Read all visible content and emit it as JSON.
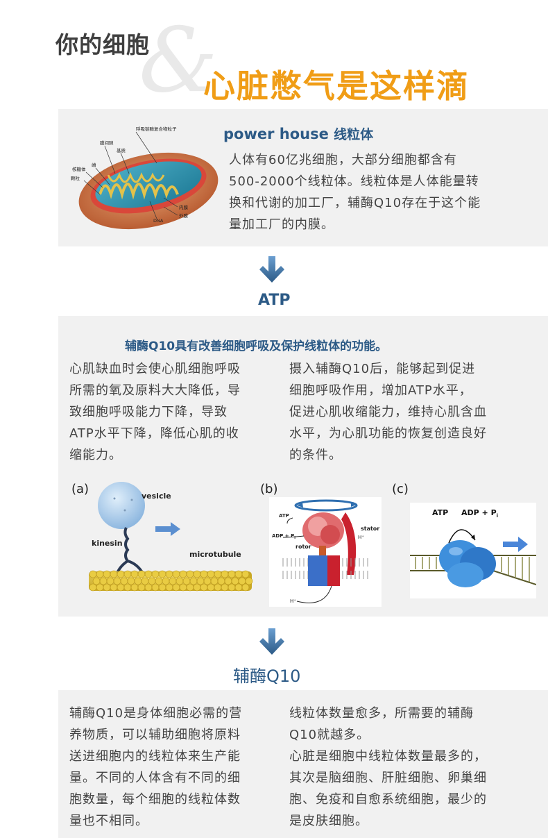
{
  "header": {
    "title_small": "你的细胞",
    "ampersand": "&",
    "title_big": "心脏憋气是这样滴"
  },
  "mito": {
    "labels": {
      "complex": "呼吸链酶复合物粒子",
      "intermembrane": "膜间隙",
      "matrix": "基质",
      "ribosome": "核糖体",
      "crista": "嵴",
      "granule": "颗粒",
      "inner": "内膜",
      "outer": "外膜",
      "dna": "DNA"
    }
  },
  "powerhouse": {
    "title_en": "power house",
    "title_cn": "线粒体",
    "lines": [
      "人体有60亿兆细胞，大部分细胞都含有",
      "500-2000个线粒体。线粒体是人体能量转",
      "换和代谢的加工厂，辅酶Q10存在于这个能",
      "量加工厂的内膜。"
    ]
  },
  "atp_section": {
    "title": "ATP",
    "subheading": "辅酶Q10具有改善细胞呼吸及保护线粒体的功能。",
    "left_lines": [
      "心肌缺血时会使心肌细胞呼吸",
      "所需的氧及原料大大降低，导",
      "致细胞呼吸能力下降，导致",
      "ATP水平下降，降低心肌的收",
      "缩能力。"
    ],
    "right_lines": [
      "摄入辅酶Q10后，能够起到促进",
      "细胞呼吸作用，增加ATP水平，",
      "促进心肌收缩能力，维持心肌含血",
      "水平，为心肌功能的恢复创造良好",
      "的条件。"
    ]
  },
  "figures": {
    "a": {
      "label": "(a)",
      "vesicle": "vesicle",
      "kinesin": "kinesin",
      "microtubule": "microtubule"
    },
    "b": {
      "label": "(b)",
      "atp": "ATP",
      "adp": "ADP + P",
      "adp_sub": "i",
      "rotor": "rotor",
      "stator": "stator",
      "h1": "H⁺",
      "h2": "H⁺"
    },
    "c": {
      "label": "(c)",
      "atp": "ATP",
      "adp": "ADP + P",
      "adp_sub": "i"
    }
  },
  "q10_section": {
    "title": "辅酶Q10",
    "left_lines": [
      "辅酶Q10是身体细胞必需的营",
      "养物质，可以辅助细胞将原料",
      "送进细胞内的线粒体来生产能",
      "量。不同的人体含有不同的细",
      "胞数量，每个细胞的线粒体数",
      "量也不相同。"
    ],
    "right_lines": [
      "线粒体数量愈多，所需要的辅酶",
      "Q10就越多。",
      "心脏是细胞中线粒体数量最多的，",
      "其次是脑细胞、肝脏细胞、卵巢细",
      "胞、免疫和自愈系统细胞，最少的",
      "是皮肤细胞。"
    ]
  },
  "colors": {
    "accent_orange": "#f09d16",
    "title_blue": "#2c5a86",
    "panel_gray": "#f1f1f1"
  }
}
